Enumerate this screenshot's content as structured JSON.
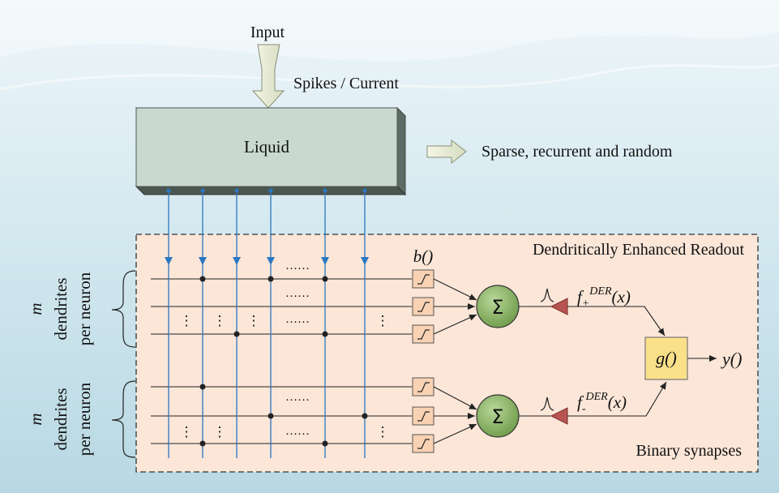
{
  "labels": {
    "input": "Input",
    "spikes_current": "Spikes / Current",
    "liquid": "Liquid",
    "liquid_note": "Sparse, recurrent and random",
    "readout_title": "Dendritically Enhanced Readout",
    "binary_synapses": "Binary synapses",
    "b_func": "b()",
    "g_func": "g()",
    "y_out": "y()",
    "sum_symbol": "Σ",
    "f_plus_main": "f",
    "f_plus_sub": "+",
    "f_plus_sup": "DER",
    "f_plus_arg": "(x)",
    "f_minus_main": "f",
    "f_minus_sub": "-",
    "f_minus_sup": "DER",
    "f_minus_arg": "(x)",
    "m": "m",
    "dendrites": "dendrites",
    "per_neuron": "per neuron",
    "ellipsis_h": "……",
    "ellipsis_v": "⋮"
  },
  "colors": {
    "background_top": "#eaf4f8",
    "background_bottom": "#bcdbe6",
    "liquid_fill": "#c9d9cf",
    "readout_fill": "#fbe6d8",
    "sum_fill": "#7fa85a",
    "g_fill": "#fbe08a",
    "wire_blue": "#2a78c2",
    "triangle_red": "#b85450",
    "switch_fill": "#f9d2b4"
  }
}
